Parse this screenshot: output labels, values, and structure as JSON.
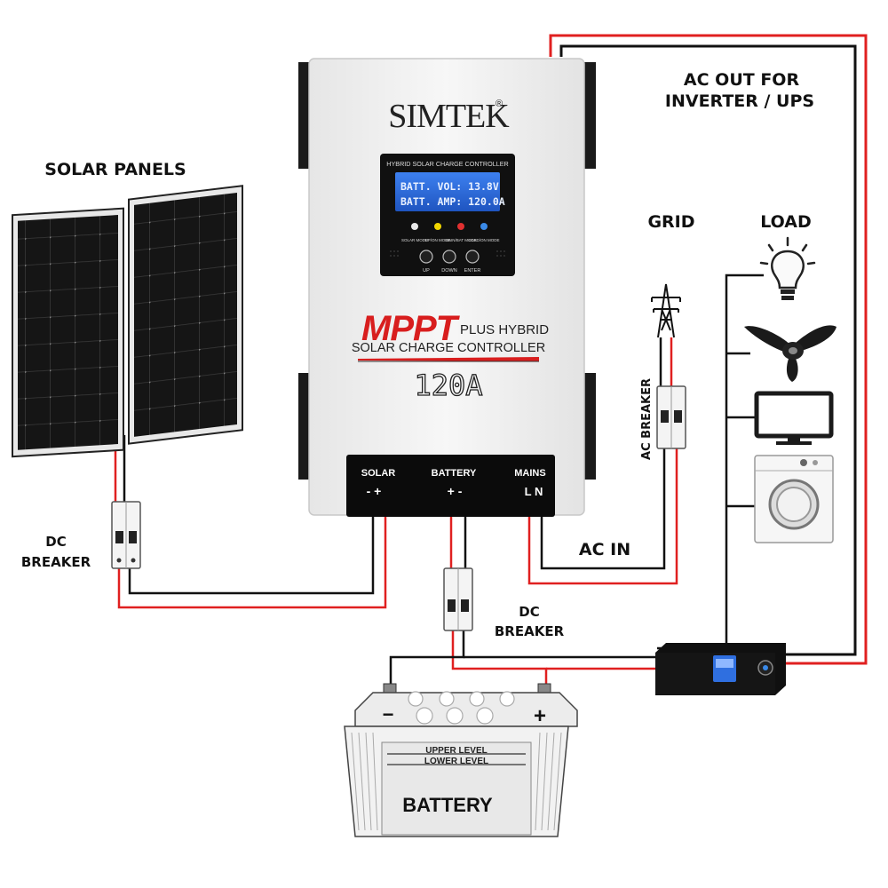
{
  "labels": {
    "solar_panels": "SOLAR PANELS",
    "ac_out_line1": "AC OUT FOR",
    "ac_out_line2": "INVERTER / UPS",
    "grid": "GRID",
    "load": "LOAD",
    "ac_breaker": "AC BREAKER",
    "ac_in": "AC IN",
    "dc_breaker_left_line1": "DC",
    "dc_breaker_left_line2": "BREAKER",
    "dc_breaker_mid_line1": "DC",
    "dc_breaker_mid_line2": "BREAKER",
    "battery": "BATTERY"
  },
  "controller": {
    "brand": "SIMTEK",
    "registered": "®",
    "lcd_header": "HYBRID SOLAR CHARGE CONTROLLER",
    "lcd_line1": "BATT. VOL: 13.8V",
    "lcd_line2": "BATT. AMP: 120.0A",
    "indicators": [
      "SOLAR MODE",
      "UP/ON MODE",
      "MAIN/BAT MODE",
      "LOAD/ON MODE"
    ],
    "buttons": [
      "UP",
      "DOWN",
      "ENTER"
    ],
    "mppt": "MPPT",
    "plus_hybrid": "PLUS HYBRID",
    "subtitle": "SOLAR CHARGE CONTROLLER",
    "rating": "120A",
    "terminals": {
      "solar": "SOLAR",
      "solar_pol": "- +",
      "battery": "BATTERY",
      "battery_pol": "+ -",
      "mains": "MAINS",
      "mains_pol": "L N"
    }
  },
  "battery": {
    "upper_level": "UPPER LEVEL",
    "lower_level": "LOWER LEVEL",
    "neg": "−",
    "pos": "+"
  },
  "colors": {
    "positive_wire": "#e02020",
    "negative_wire": "#111111",
    "ac_wire": "#333333",
    "lcd_blue": "#2f6fe0",
    "mppt_red": "#d81e1e",
    "controller_body": "#f2f2f2"
  },
  "icons": [
    "light-bulb-icon",
    "ceiling-fan-icon",
    "monitor-icon",
    "washing-machine-icon",
    "transmission-tower-icon"
  ]
}
